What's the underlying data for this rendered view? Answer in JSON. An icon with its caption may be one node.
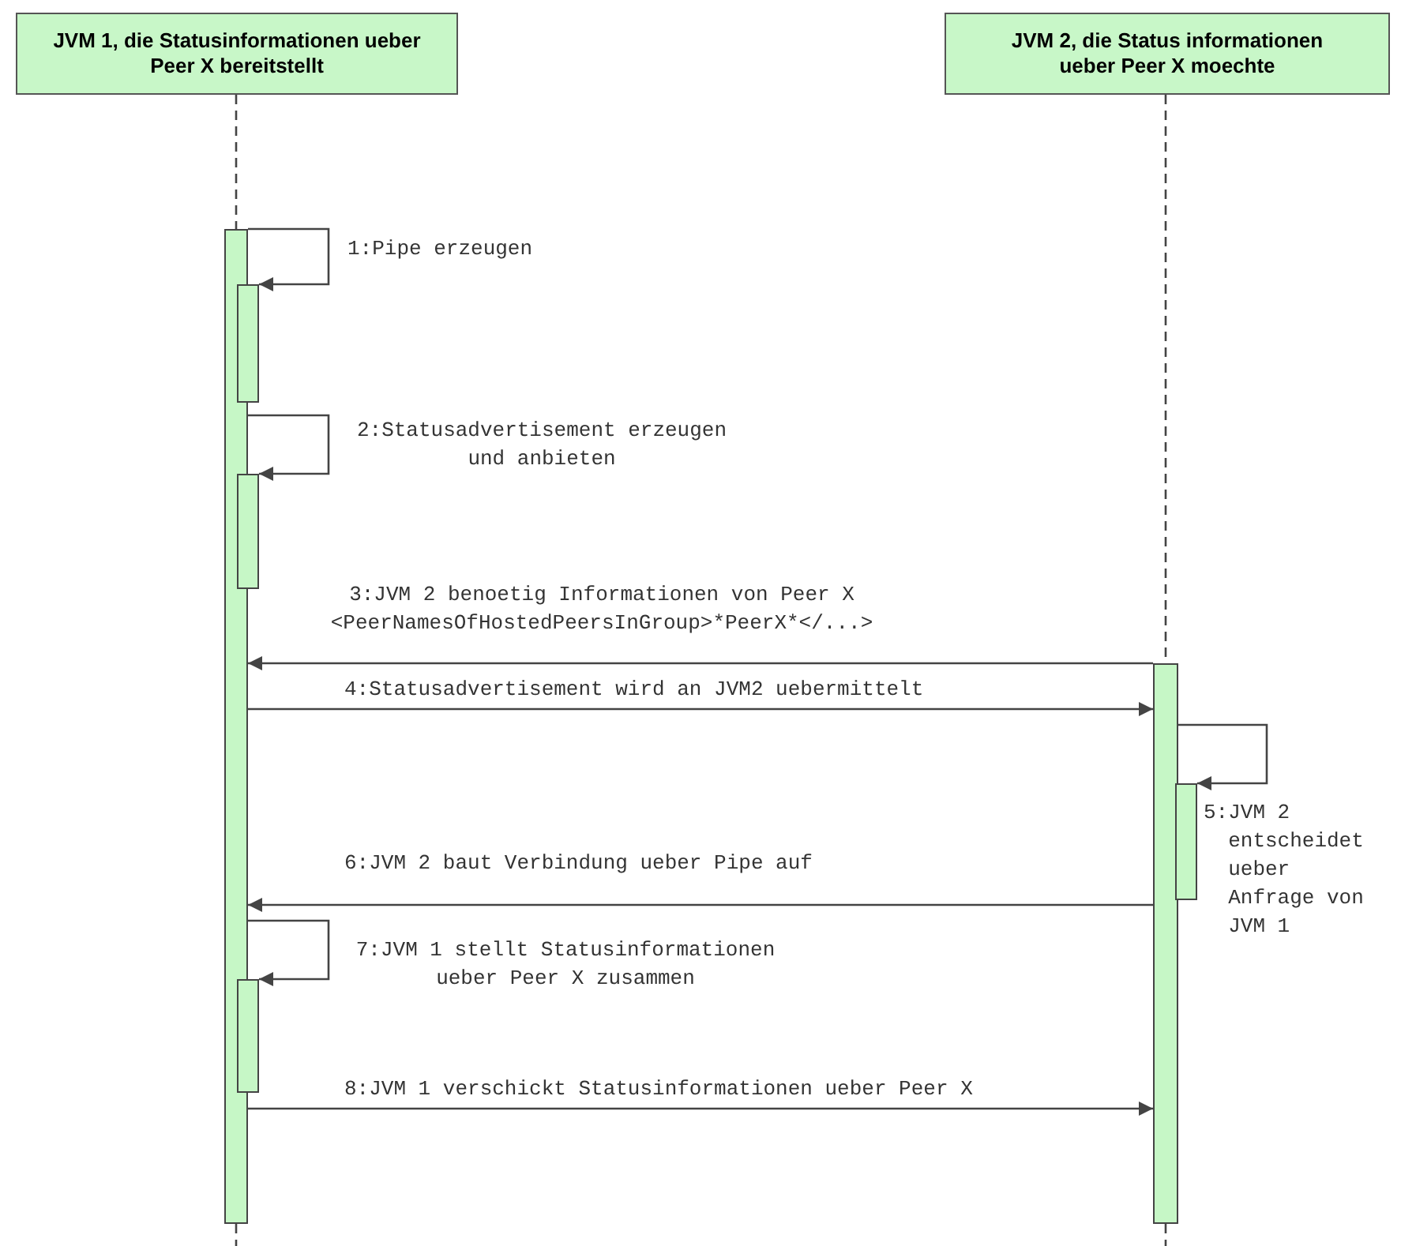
{
  "diagram": {
    "nodes": [
      {
        "text": [
          "JVM 1, die Statusinformationen ueber Peer X bereitstellt"
        ]
      },
      {
        "text": [
          "JVM 2, die Status informationen ueber Peer X moechte"
        ]
      },
      {
        "text": [],
        "shape": "bar"
      },
      {
        "text": [],
        "shape": "bar"
      },
      {
        "text": [],
        "shape": "bar"
      },
      {
        "text": [],
        "shape": "bar"
      },
      {
        "text": [],
        "shape": "bar"
      },
      {
        "text": [],
        "shape": "bar"
      }
    ],
    "edges": [
      {
        "from": 2,
        "to": 3,
        "arrow": "to",
        "label": "1:Pipe erzeugen"
      },
      {
        "from": 2,
        "to": 4,
        "arrow": "to",
        "label": "2:Statusadvertisement erzeugen und anbieten"
      },
      {
        "from": 5,
        "to": 2,
        "arrow": "to",
        "label": "3:JVM 2 benoetig Informationen von Peer X <PeerNamesOfHostedPeersInGroup>*PeerX*</...>"
      },
      {
        "from": 2,
        "to": 5,
        "arrow": "to",
        "label": "4:Statusadvertisement wird an JVM2 uebermittelt"
      },
      {
        "from": 5,
        "to": 6,
        "arrow": "to",
        "label": "5:JVM 2 entscheidet ueber Anfrage von JVM 1"
      },
      {
        "from": 5,
        "to": 2,
        "arrow": "to",
        "label": "6:JVM 2 baut Verbindung ueber Pipe auf"
      },
      {
        "from": 2,
        "to": 7,
        "arrow": "to",
        "label": "7:JVM 1 stellt Statusinformationen ueber Peer X zusammen"
      },
      {
        "from": 2,
        "to": 5,
        "arrow": "to",
        "label": "8:JVM 1 verschickt Statusinformationen ueber Peer X"
      },
      {
        "from": 0,
        "to": 2,
        "arrow": "none",
        "style": "dashed"
      },
      {
        "from": 2,
        "to": null,
        "arrow": "none",
        "style": "dashed"
      },
      {
        "from": 1,
        "to": 5,
        "arrow": "none",
        "style": "dashed"
      },
      {
        "from": 5,
        "to": null,
        "arrow": "none",
        "style": "dashed"
      }
    ]
  }
}
